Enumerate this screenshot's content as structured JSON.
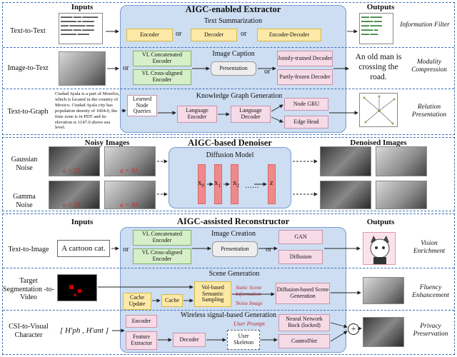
{
  "sections": {
    "extractor": {
      "title": "AIGC-enabled Extractor",
      "inputs_header": "Inputs",
      "outputs_header": "Outputs",
      "rows": {
        "t2t": {
          "input_label": "Text-to-Text",
          "subtitle": "Text Summarization",
          "encoder": "Encoder",
          "decoder": "Decoder",
          "enc_dec": "Encoder-Decoder",
          "or1": "or",
          "or2": "or",
          "output_label": "Information Filter"
        },
        "i2t": {
          "input_label": "Image-to-Text",
          "subtitle": "Image Caption",
          "vl_concat": "VL Concatenated Encoder",
          "vl_cross": "VL Cross-aligned Encoder",
          "presentation": "Presentation",
          "jointly": "Jointly-trained Decoder",
          "partly": "Partly-frozen Decoder",
          "or1": "or",
          "or2": "or",
          "caption_output": "An old man is crossing the road.",
          "output_label": "Modality Compression"
        },
        "t2g": {
          "input_label": "Text-to-Graph",
          "subtitle": "Knowledge Graph Generation",
          "input_text": "Ciudad Ayala is a part of Morelos, which is located in the country of Mexico. Ciudad Ayala city has population density of 1604.0, the time zone is in PDT and its elevation is 1147.0 above sea level.",
          "learned": "Learned Node Queries",
          "lang_enc": "Language Encoder",
          "lang_dec": "Language Decoder",
          "node_gru": "Node GRU",
          "edge_head": "Edge Head",
          "output_label": "Relation Presentation"
        }
      }
    },
    "denoiser": {
      "title": "AIGC-based Denoiser",
      "noisy_header": "Noisy Images",
      "denoised_header": "Denoised Images",
      "gaussian": "Gaussian Noise",
      "gamma": "Gamma Noise",
      "diffusion_model": "Diffusion Model",
      "x0": "x",
      "x0_sub": "0",
      "x1": "x",
      "x1_sub": "1",
      "x2": "x",
      "x2_sub": "2",
      "dots": "……",
      "z": "z",
      "alpha_labels": [
        "α = 25",
        "α = 50",
        "α = 25",
        "α = 50"
      ]
    },
    "reconstructor": {
      "title": "AIGC-assisted Reconstructor",
      "inputs_header": "Inputs",
      "outputs_header": "Outputs",
      "rows": {
        "t2i": {
          "input_label": "Text-to-Image",
          "input_text": "A cartoon cat.",
          "subtitle": "Image Creation",
          "vl_concat": "VL Concatenated Encoder",
          "vl_cross": "VL Cross-aligned Encoder",
          "presentation": "Presentation",
          "gan": "GAN",
          "diffusion": "Diffusion",
          "or1": "or",
          "or2": "or",
          "output_label": "Vision Enrichment"
        },
        "s2v": {
          "input_label": "Target Segmentation -to-Video",
          "subtitle": "Scene Generation",
          "cache_update": "Cache Update",
          "cache": "Cache",
          "vol_sampling": "Vol-based Semantic Sampling",
          "static": "Static Scene Information",
          "noise_image": "Noise Image",
          "diff_scene": "Diffusion-based Scene Generation",
          "output_label": "Fluency Enhancement"
        },
        "csi": {
          "input_label": "CSI-to-Visual Character",
          "matrix": "[ H′ph , H′ant ]",
          "subtitle": "Wireless signal-based Generation",
          "user_prompt": "User Prompt",
          "encoder": "Encoder",
          "feature_extractor": "Feature Extractor",
          "decoder": "Decoder",
          "user_skeleton": "User Skeleton",
          "nn_block": "Neural Network Bock (locked)",
          "controlnet": "ControlNet",
          "output_label": "Privacy Preservation"
        }
      }
    }
  },
  "colors": {
    "panel": "#cdddf2",
    "encoder_yellow": "#fde9a6",
    "encoder_green": "#d6efc9",
    "decoder_pink": "#f6dbe6",
    "diffusion_bar": "#f08a8a",
    "dashed_border": "#3b6fb5",
    "red_text": "#c62828"
  }
}
